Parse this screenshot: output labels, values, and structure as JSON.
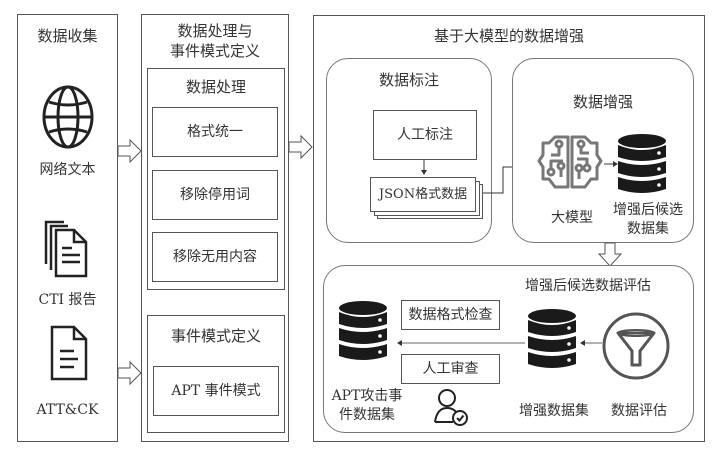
{
  "collection": {
    "title": "数据收集",
    "sources": [
      {
        "icon": "globe-icon",
        "label": "网络文本"
      },
      {
        "icon": "documents-stack-icon",
        "label": "CTI 报告"
      },
      {
        "icon": "document-icon",
        "label": "ATT&CK"
      }
    ]
  },
  "processing": {
    "title_line1": "数据处理与",
    "title_line2": "事件模式定义",
    "data_processing": {
      "title": "数据处理",
      "steps": [
        "格式统一",
        "移除停用词",
        "移除无用内容"
      ]
    },
    "event_schema": {
      "title": "事件模式定义",
      "item": "APT 事件模式"
    }
  },
  "augmentation": {
    "title": "基于大模型的数据增强",
    "annotation": {
      "title": "数据标注",
      "manual": "人工标注",
      "json_data": "JSON格式数据"
    },
    "enhance": {
      "title": "数据增强",
      "model_label": "大模型",
      "candidate_line1": "增强后候选",
      "candidate_line2": "数据集"
    },
    "evaluation": {
      "title": "增强后候选数据评估",
      "format_check": "数据格式检查",
      "manual_review": "人工审查",
      "apt_dataset_line1": "APT攻击事",
      "apt_dataset_line2": "件数据集",
      "enhanced_dataset": "增强数据集",
      "data_eval": "数据评估"
    }
  },
  "colors": {
    "border": "#555555",
    "text": "#333333",
    "db_fill": "#1a1a1a",
    "brain_stroke": "#777777"
  }
}
